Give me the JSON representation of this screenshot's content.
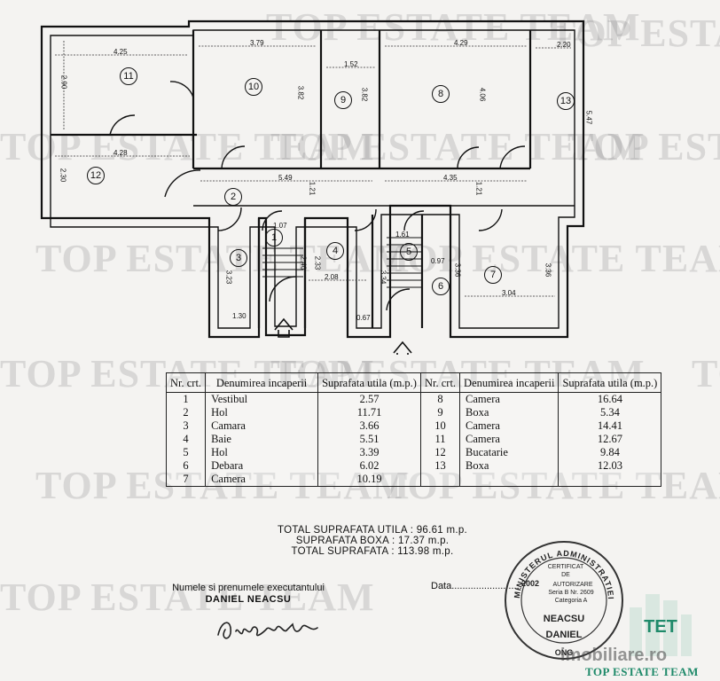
{
  "watermark": "TOP ESTATE TEAM",
  "plan": {
    "room_numbers": [
      "1",
      "2",
      "3",
      "4",
      "5",
      "6",
      "7",
      "8",
      "9",
      "10",
      "11",
      "12",
      "13"
    ],
    "dimensions": [
      "4.25",
      "2.90",
      "3.79",
      "3.82",
      "1.52",
      "3.82",
      "4.29",
      "4.06",
      "2.20",
      "5.47",
      "4.28",
      "2.30",
      "5.49",
      "1.21",
      "4.35",
      "1.21",
      "1.07",
      "2.40",
      "2.33",
      "2.08",
      "3.34",
      "1.61",
      "0.97",
      "3.36",
      "3.36",
      "3.04",
      "3.23",
      "1.30",
      "0.67"
    ]
  },
  "table": {
    "headers": {
      "nr": "Nr. crt.",
      "name": "Denumirea incaperii",
      "area": "Suprafata utila (m.p.)"
    },
    "left": [
      {
        "nr": "1",
        "name": "Vestibul",
        "area": "2.57"
      },
      {
        "nr": "2",
        "name": "Hol",
        "area": "11.71"
      },
      {
        "nr": "3",
        "name": "Camara",
        "area": "3.66"
      },
      {
        "nr": "4",
        "name": "Baie",
        "area": "5.51"
      },
      {
        "nr": "5",
        "name": "Hol",
        "area": "3.39"
      },
      {
        "nr": "6",
        "name": "Debara",
        "area": "6.02"
      },
      {
        "nr": "7",
        "name": "Camera",
        "area": "10.19"
      }
    ],
    "right": [
      {
        "nr": "8",
        "name": "Camera",
        "area": "16.64"
      },
      {
        "nr": "9",
        "name": "Boxa",
        "area": "5.34"
      },
      {
        "nr": "10",
        "name": "Camera",
        "area": "14.41"
      },
      {
        "nr": "11",
        "name": "Camera",
        "area": "12.67"
      },
      {
        "nr": "12",
        "name": "Bucatarie",
        "area": "9.84"
      },
      {
        "nr": "13",
        "name": "Boxa",
        "area": "12.03"
      }
    ]
  },
  "totals": {
    "useful": "TOTAL SUPRAFATA UTILA : 96.61 m.p.",
    "storage": "SUPRAFATA BOXA : 17.37 m.p.",
    "total": "TOTAL SUPRAFATA : 113.98 m.p."
  },
  "executor": {
    "label": "Numele si prenumele executantului",
    "name": "DANIEL NEACSU"
  },
  "date_label": "Data..........................",
  "stamp": {
    "ring": "MINISTERUL ADMINISTRATIEI PUBLICE",
    "line1": "CERTIFICAT",
    "line2": "DE",
    "line3": "AUTORIZARE",
    "year": "2002",
    "series": "Seria B Nr. 2609",
    "category": "Categoria A",
    "name1": "NEACSU",
    "name2": "DANIEL",
    "bottom": "ONG"
  },
  "branding": {
    "logo_text": "TET",
    "site": "imobiliare.ro",
    "company": "TOP ESTATE TEAM"
  },
  "colors": {
    "ink": "#111111",
    "watermark": "#9a9a9a",
    "brand_green": "#1f8a6a"
  }
}
